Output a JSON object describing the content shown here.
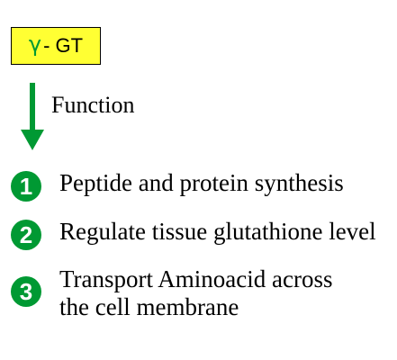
{
  "title": {
    "symbol": "γ",
    "text": "- GT"
  },
  "arrow_label": "Function",
  "colors": {
    "accent_green": "#009933",
    "title_fill": "#ffff33",
    "arrow": "green-down-arrow"
  },
  "items": [
    {
      "number": "1",
      "text_lines": [
        "Peptide and protein synthesis"
      ]
    },
    {
      "number": "2",
      "text_lines": [
        "Regulate tissue glutathione level"
      ]
    },
    {
      "number": "3",
      "text_lines": [
        "Transport Aminoacid across",
        "the cell membrane"
      ]
    }
  ]
}
